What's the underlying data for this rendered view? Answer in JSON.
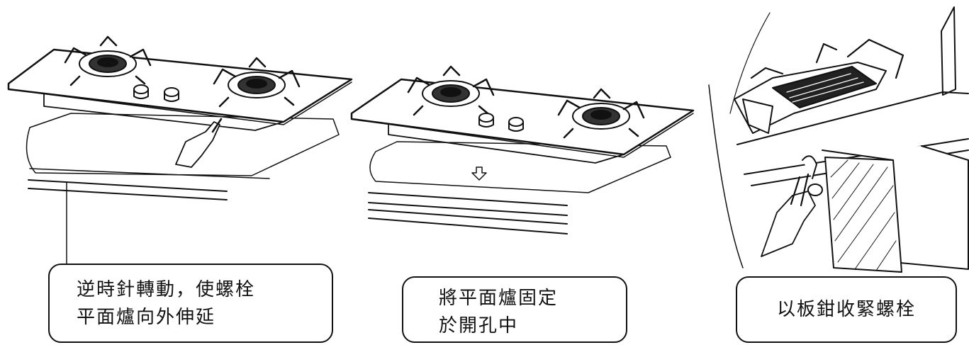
{
  "captions": [
    {
      "lines": [
        "逆時針轉動，使螺栓",
        "平面爐向外伸延"
      ]
    },
    {
      "lines": [
        "將平面爐固定",
        "於開孔中"
      ]
    },
    {
      "lines": [
        "以板鉗收緊螺栓"
      ]
    }
  ]
}
